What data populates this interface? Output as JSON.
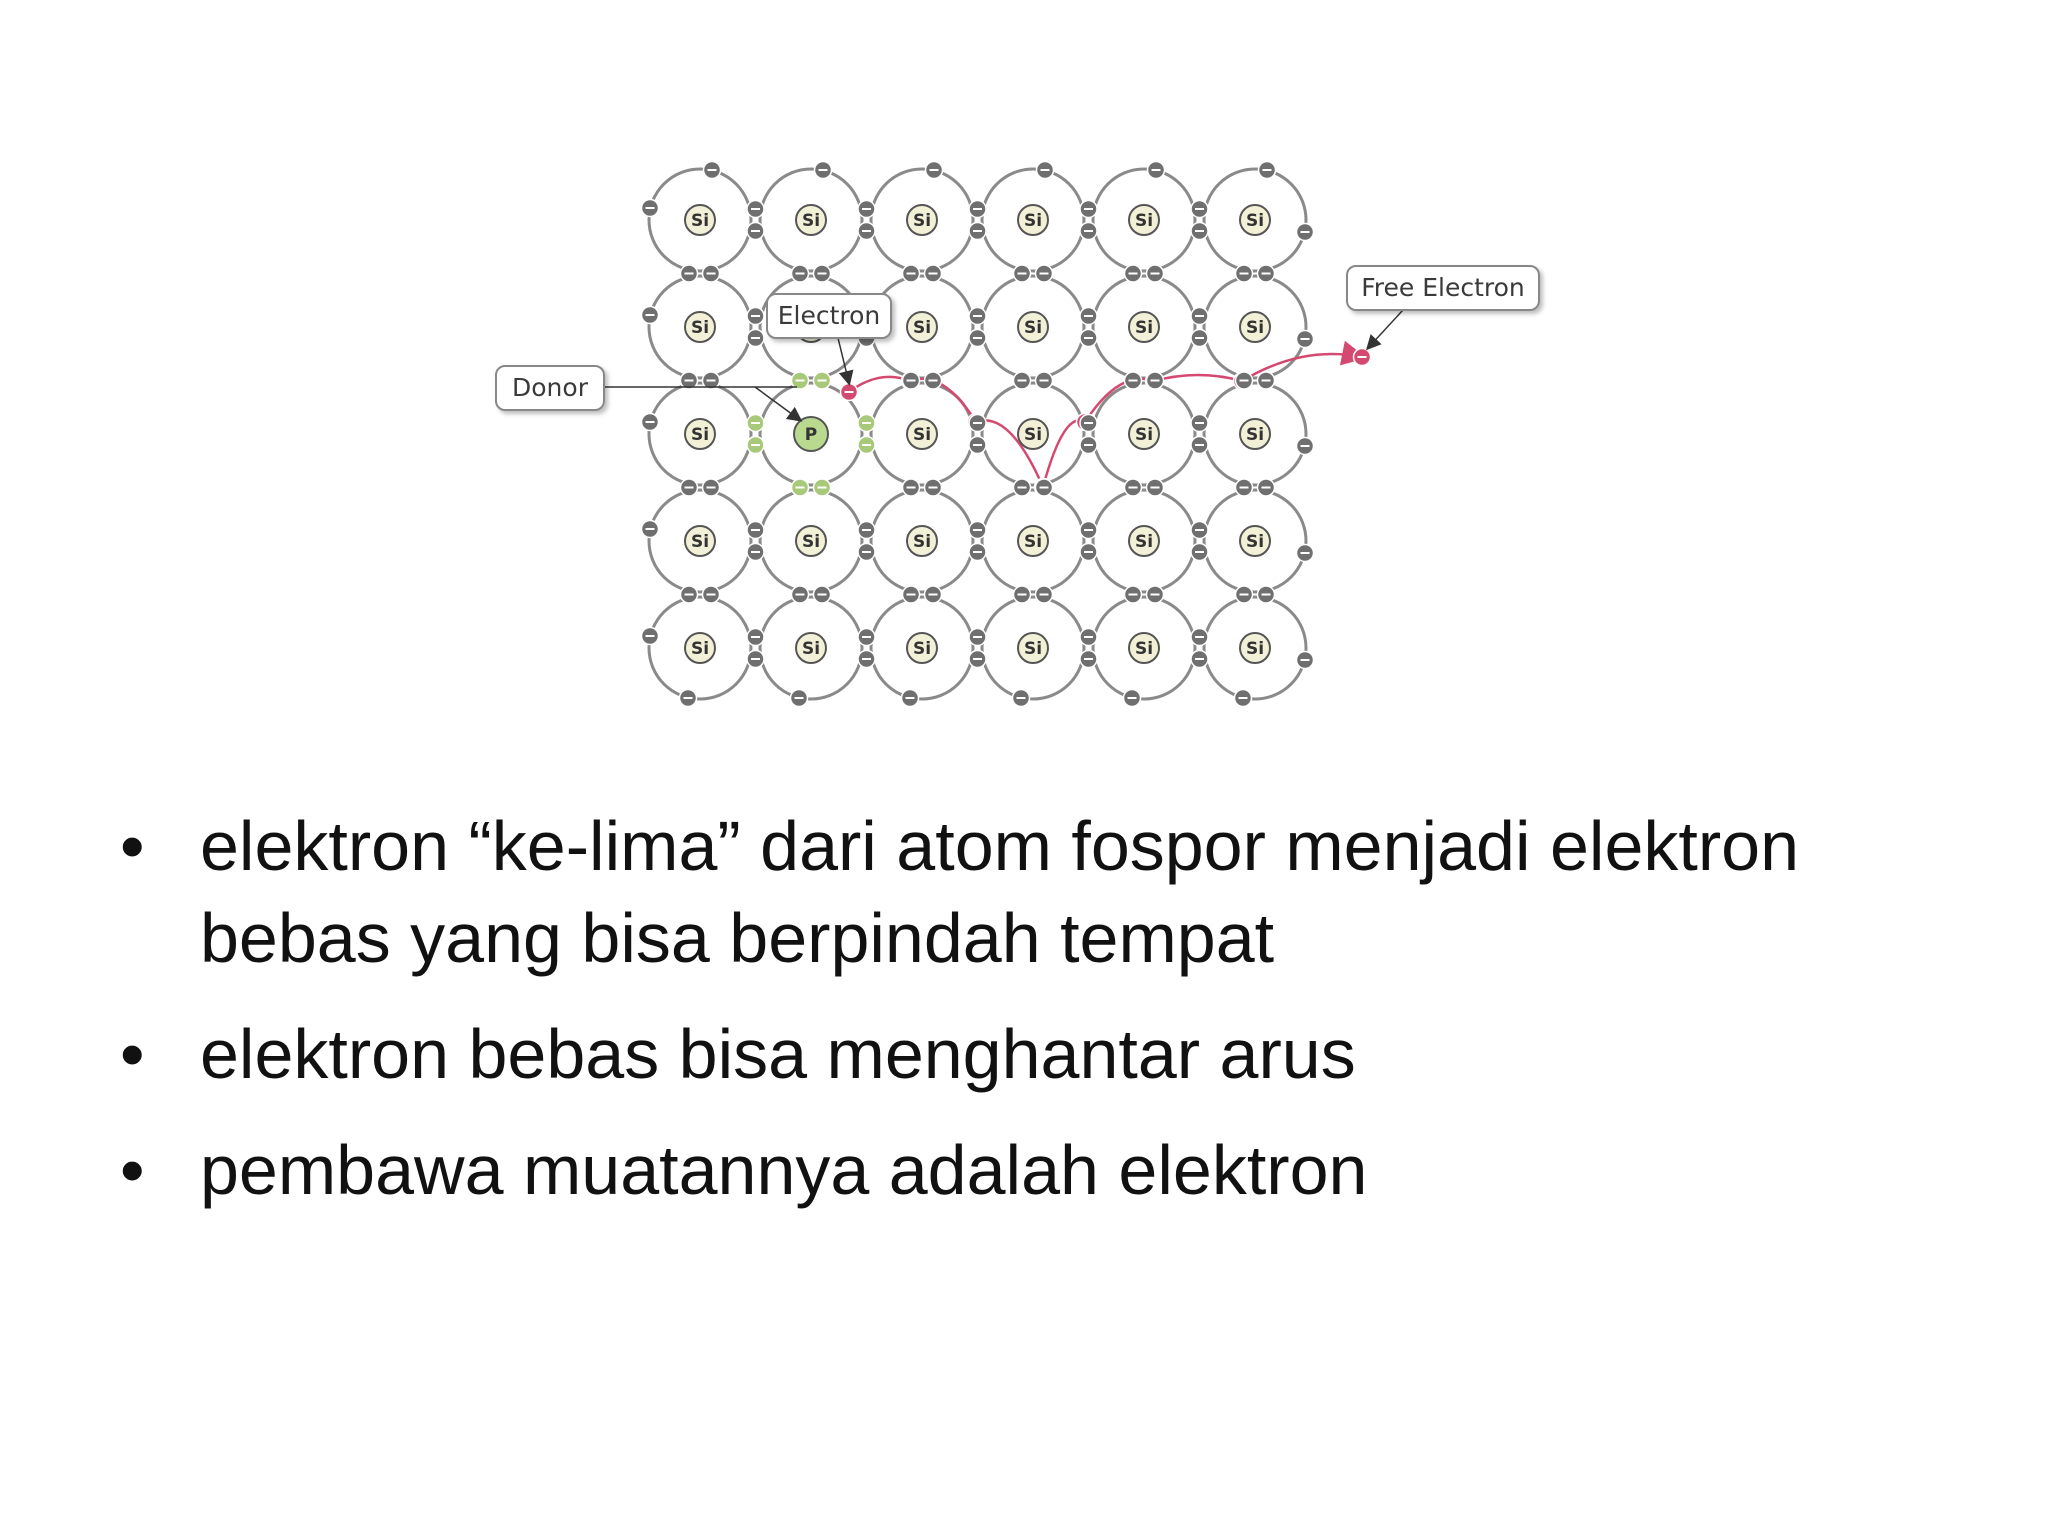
{
  "diagram": {
    "labels": {
      "donor": "Donor",
      "electron": "Electron",
      "free_electron": "Free Electron"
    },
    "atom_symbols": {
      "silicon": "Si",
      "phosphorus": "P"
    },
    "colors": {
      "electron": "#6f6f6f",
      "donor_electron": "#a8c97a",
      "free_electron": "#d4496f",
      "silicon_nucleus": "#f2f1d8",
      "phosphorus_nucleus": "#b9d98e"
    },
    "lattice": {
      "rows": 5,
      "cols": 6,
      "donor_position": {
        "row": 3,
        "col": 2
      }
    }
  },
  "bullets": [
    {
      "marker": "•",
      "text": "elektron “ke-lima” dari atom fospor menjadi elektron bebas yang bisa berpindah tempat"
    },
    {
      "marker": "•",
      "text": "elektron bebas bisa menghantar arus"
    },
    {
      "marker": "•",
      "text": "pembawa muatannya adalah elektron"
    }
  ]
}
